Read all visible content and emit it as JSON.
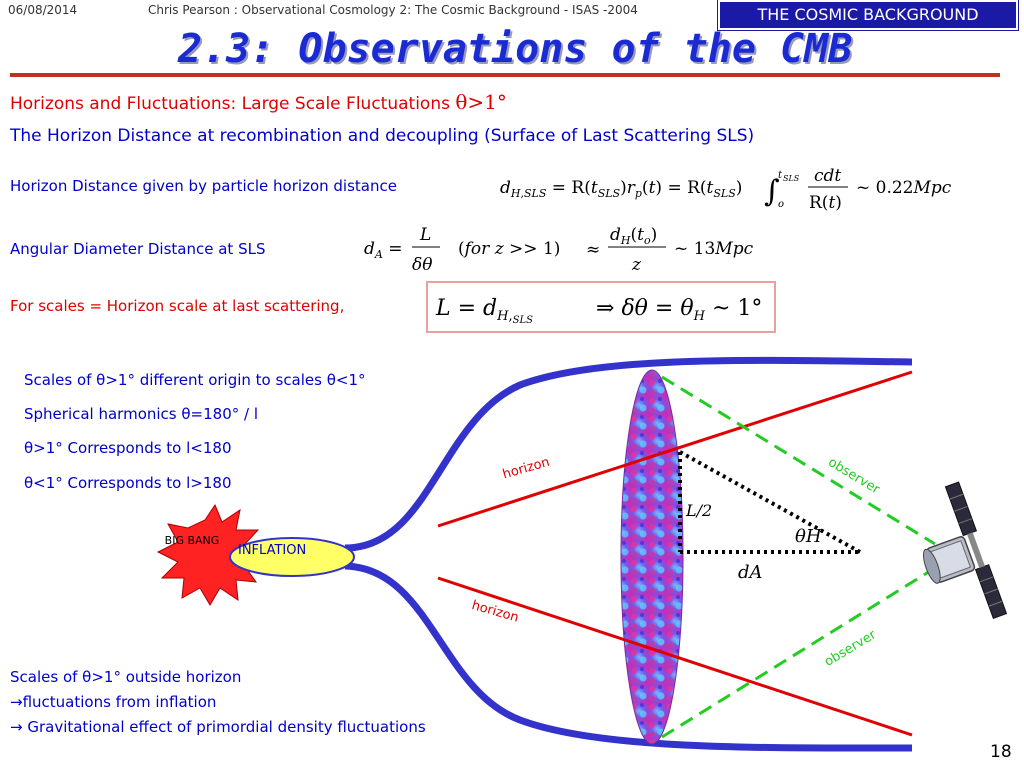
{
  "header": {
    "date": "06/08/2014",
    "credit": "Chris Pearson :   Observational Cosmology 2: The Cosmic Background - ISAS -2004",
    "section_badge": "THE COSMIC BACKGROUND"
  },
  "title": "2.3: Observations of the CMB",
  "lines": {
    "subtitle_text": "Horizons and Fluctuations: Large Scale Fluctuations",
    "subtitle_math": "θ>1°",
    "horizon_distance_heading": "The Horizon Distance at recombination and decoupling (Surface of Last Scattering SLS)",
    "particle_horizon_text": "Horizon Distance given by particle horizon distance",
    "angular_diameter_text": "Angular Diameter Distance at SLS",
    "scales_text": "For scales = Horizon scale at last scattering,"
  },
  "equations": {
    "particle_horizon": "d_H,SLS = R(t_SLS) r_p(t) = R(t_SLS) ∫_o^t_SLS c dt / R(t) ~ 0.22 Mpc",
    "angular_distance": "d_A = L / δθ   (for z >> 1)   ≈ d_H(t_o) / z ~ 13 Mpc",
    "horizon_angle": "L = d_H,SLS  ⇒ δθ = θ_H ~ 1°"
  },
  "left_notes": [
    "Scales of θ>1° different origin to scales θ<1°",
    "Spherical harmonics θ=180° / l",
    "θ>1° Corresponds to l<180",
    "θ<1° Corresponds to l>180"
  ],
  "bottom_notes": [
    "Scales of θ>1° outside horizon",
    "→fluctuations from inflation",
    "→ Gravitational effect of primordial density fluctuations"
  ],
  "diagram": {
    "big_bang": "BIG BANG",
    "inflation": "INFLATION",
    "horizon_upper": "horizon",
    "horizon_lower": "horizon",
    "observer_upper": "observer",
    "observer_lower": "observer",
    "half_length": "L/2",
    "theta_h": "θH",
    "d_a": "dA"
  },
  "page_number": "18",
  "colors": {
    "title": "#1a2bd4",
    "title_rule": "#c0321a",
    "text_blue": "#0000cc",
    "text_red": "#e00000",
    "cone_blue": "#3333cc",
    "horizon_red": "#e00000",
    "observer_green": "#22cc22",
    "badge_bg": "#1a1aa6",
    "inflation_fill": "#ffff66",
    "bigbang_fill": "#ff2222"
  }
}
